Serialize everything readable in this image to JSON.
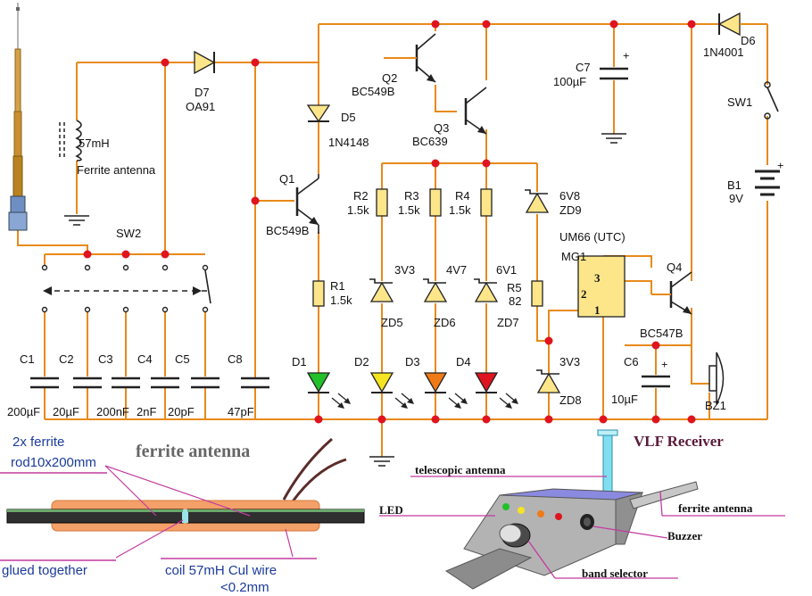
{
  "components": {
    "d7": {
      "name": "D7",
      "value": "OA91"
    },
    "d5": {
      "name": "D5",
      "value": "1N4148"
    },
    "q1": {
      "name": "Q1",
      "value": "BC549B"
    },
    "q2": {
      "name": "Q2",
      "value": "BC549B"
    },
    "q3": {
      "name": "Q3",
      "value": "BC639"
    },
    "q4": {
      "name": "Q4",
      "value": "BC547B"
    },
    "c7": {
      "name": "C7",
      "value": "100µF"
    },
    "d6": {
      "name": "D6",
      "value": "1N4001"
    },
    "sw1": {
      "name": "SW1"
    },
    "b1": {
      "name": "B1",
      "value": "9V"
    },
    "sw2": {
      "name": "SW2"
    },
    "l1": {
      "value": "57mH",
      "desc": "Ferrite antenna"
    },
    "r1": {
      "name": "R1",
      "value": "1.5k"
    },
    "r2": {
      "name": "R2",
      "value": "1.5k"
    },
    "r3": {
      "name": "R3",
      "value": "1.5k"
    },
    "r4": {
      "name": "R4",
      "value": "1.5k"
    },
    "r5": {
      "name": "R5",
      "value": "82"
    },
    "zd9": {
      "name": "ZD9",
      "value": "6V8"
    },
    "zd5": {
      "name": "ZD5",
      "value": "3V3"
    },
    "zd6": {
      "name": "ZD6",
      "value": "4V7"
    },
    "zd7": {
      "name": "ZD7",
      "value": "6V1"
    },
    "zd8": {
      "name": "ZD8",
      "value": "3V3"
    },
    "mg1": {
      "name": "MG1",
      "value": "UM66 (UTC)",
      "pin1": "1",
      "pin2": "2",
      "pin3": "3"
    },
    "d1": {
      "name": "D1"
    },
    "d2": {
      "name": "D2"
    },
    "d3": {
      "name": "D3"
    },
    "d4": {
      "name": "D4"
    },
    "c1": {
      "name": "C1",
      "value": "200µF"
    },
    "c2": {
      "name": "C2",
      "value": "20µF"
    },
    "c3": {
      "name": "C3",
      "value": "200nF"
    },
    "c4": {
      "name": "C4",
      "value": "2nF"
    },
    "c5": {
      "name": "C5",
      "value": "20pF"
    },
    "c8": {
      "name": "C8",
      "value": "47pF"
    },
    "c6": {
      "name": "C6",
      "value": "10µF"
    },
    "bz1": {
      "name": "BZ1"
    }
  },
  "led_colors": {
    "d1": "#22c02a",
    "d2": "#f5e520",
    "d3": "#f07a16",
    "d4": "#e0141e"
  },
  "wire_color": "#e88a1a",
  "ferrite": {
    "line1": "2x ferrite",
    "line2": "rod10x200mm",
    "title": "ferrite antenna",
    "glued": "glued together",
    "coil1": "coil 57mH Cul wire",
    "coil2": "<0.2mm"
  },
  "device": {
    "title": "VLF Receiver",
    "telescopic": "telescopic antenna",
    "led": "LED",
    "ferrite": "ferrite antenna",
    "buzzer": "Buzzer",
    "band": "band selector"
  }
}
